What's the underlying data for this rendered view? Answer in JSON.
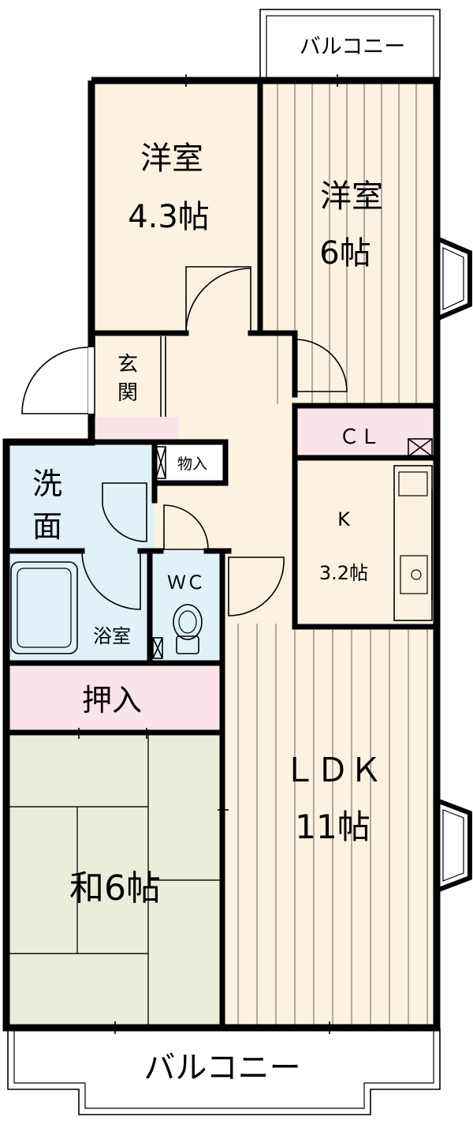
{
  "colors": {
    "western_floor": "#fbf3df",
    "tatami": "#e8eed8",
    "storage": "#fbe3ea",
    "water": "#e0f2f8",
    "wall": "#000000",
    "outline": "#555555"
  },
  "rooms": {
    "western_small": {
      "name": "洋室",
      "size": "4.3帖"
    },
    "western_large": {
      "name": "洋室",
      "size": "6帖"
    },
    "entrance": {
      "line1": "玄",
      "line2": "関"
    },
    "closet": {
      "label": "ＣＬ"
    },
    "storage_small": {
      "label": "物入"
    },
    "washroom": {
      "line1": "洗",
      "line2": "面"
    },
    "kitchen": {
      "name": "K",
      "size": "3.2帖"
    },
    "bathroom": {
      "label": "浴室"
    },
    "toilet": {
      "label": "ＷＣ"
    },
    "oshiire": {
      "label": "押入"
    },
    "japanese": {
      "label": "和6帖"
    },
    "ldk": {
      "name": "ＬＤＫ",
      "size": "11帖"
    }
  },
  "balconies": {
    "top": {
      "label": "バルコニー"
    },
    "bottom": {
      "label": "バルコニー"
    }
  }
}
